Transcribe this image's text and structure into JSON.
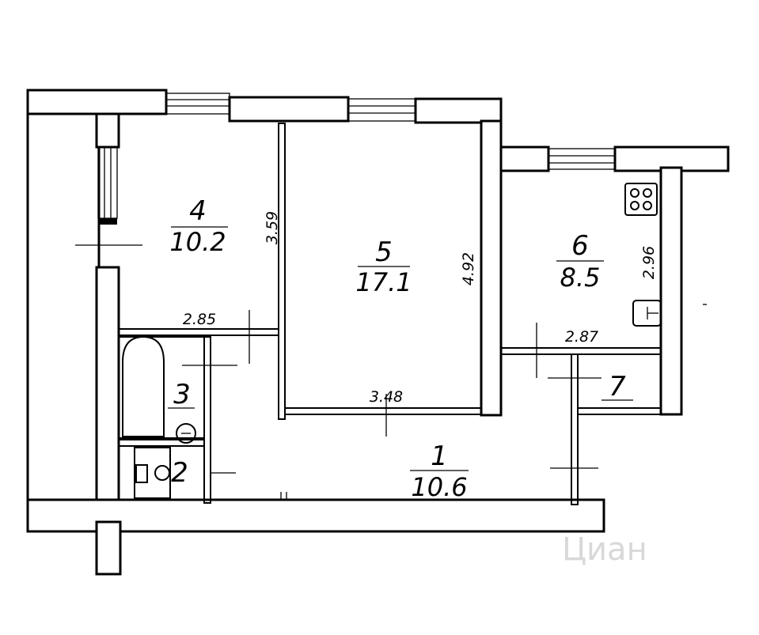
{
  "rooms": [
    {
      "number": "4",
      "area": "10.2"
    },
    {
      "number": "5",
      "area": "17.1"
    },
    {
      "number": "6",
      "area": "8.5"
    },
    {
      "number": "3",
      "area": ""
    },
    {
      "number": "2",
      "area": ""
    },
    {
      "number": "1",
      "area": "10.6"
    },
    {
      "number": "7",
      "area": ""
    }
  ],
  "dimensions": {
    "room4_height": "3.59",
    "room4_width": "2.85",
    "room5_height": "4.92",
    "room5_width": "3.48",
    "room6_height": "2.96",
    "room6_width": "2.87"
  },
  "watermark": "Циан"
}
